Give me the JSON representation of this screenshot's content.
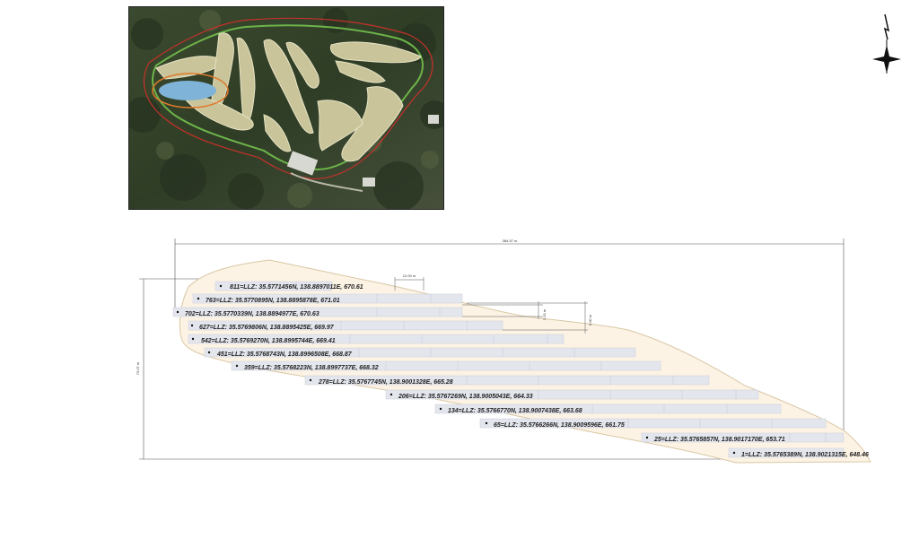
{
  "compass": {
    "icon": "north-arrow-icon"
  },
  "aerial": {
    "icon": "aerial-photo-golf-course"
  },
  "dimensions": {
    "total_width": "384.57 m",
    "total_height": "73.07 m",
    "module_width": "12.00 m",
    "row_pitch_a": "2.13 m",
    "row_pitch_b": "6.00 m"
  },
  "rows": [
    {
      "label": "811=LLZ: 35.5771456N, 138.8897011E, 670.61"
    },
    {
      "label": "763=LLZ: 35.5770895N, 138.8895878E, 671.01"
    },
    {
      "label": "702=LLZ: 35.5770339N, 138.8894977E, 670.63"
    },
    {
      "label": "627=LLZ: 35.5769806N, 138.8895425E, 669.97"
    },
    {
      "label": "542=LLZ: 35.5769270N, 138.8995744E, 669.41"
    },
    {
      "label": "451=LLZ: 35.5768743N, 138.8996508E, 668.87"
    },
    {
      "label": "359=LLZ: 35.5768223N, 138.8997737E, 668.32"
    },
    {
      "label": "278=LLZ: 35.5767745N, 138.9001328E, 665.28"
    },
    {
      "label": "206=LLZ: 35.5767269N, 138.9005043E, 664.33"
    },
    {
      "label": "134=LLZ: 35.5766770N, 138.9007438E, 663.68"
    },
    {
      "label": "65=LLZ: 35.5766266N, 138.9009596E, 661.75"
    },
    {
      "label": "25=LLZ: 35.5765857N, 138.9017170E, 653.71"
    },
    {
      "label": "1=LLZ: 35.5765389N, 138.9021315E, 648.46"
    }
  ]
}
